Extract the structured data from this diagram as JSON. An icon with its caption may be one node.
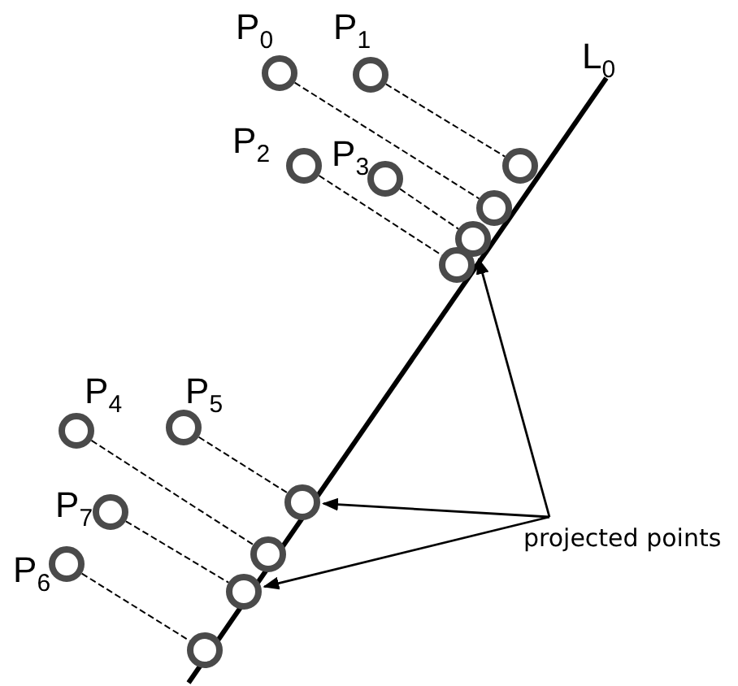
{
  "diagram": {
    "nodes": [
      {
        "text": [
          "P$_{0}$"
        ]
      },
      {
        "text": [
          "P$_{1}$"
        ]
      },
      {
        "text": [
          "P$_{2}$"
        ]
      },
      {
        "text": [
          "P$_{3}$"
        ]
      },
      {
        "text": [
          "P$_{4}$"
        ]
      },
      {
        "text": [
          "P$_{5}$"
        ]
      },
      {
        "text": [
          "P$_{7}$"
        ]
      },
      {
        "text": [
          "P$_{6}$"
        ]
      },
      {
        "text": [],
        "shape": "circle"
      },
      {
        "text": [],
        "shape": "circle"
      },
      {
        "text": [],
        "shape": "circle"
      },
      {
        "text": [],
        "shape": "circle"
      },
      {
        "text": [],
        "shape": "circle"
      },
      {
        "text": [],
        "shape": "circle"
      },
      {
        "text": [],
        "shape": "circle"
      },
      {
        "text": [],
        "shape": "circle"
      },
      {
        "text": [
          "projected points"
        ]
      }
    ],
    "edges": [
      {
        "from": 1,
        "to": 8,
        "arrow": "none",
        "style": "dashed"
      },
      {
        "from": 0,
        "to": 9,
        "arrow": "none",
        "style": "dashed"
      },
      {
        "from": 3,
        "to": 10,
        "arrow": "none",
        "style": "dashed"
      },
      {
        "from": 2,
        "to": 11,
        "arrow": "none",
        "style": "dashed"
      },
      {
        "from": 5,
        "to": 12,
        "arrow": "none",
        "style": "dashed"
      },
      {
        "from": 4,
        "to": 13,
        "arrow": "none",
        "style": "dashed"
      },
      {
        "from": 6,
        "to": 14,
        "arrow": "none",
        "style": "dashed"
      },
      {
        "from": 7,
        "to": 15,
        "arrow": "none",
        "style": "dashed"
      },
      {
        "from": 16,
        "to": 10,
        "arrow": "to"
      },
      {
        "from": 16,
        "to": 12,
        "arrow": "to"
      },
      {
        "from": 16,
        "to": 14,
        "arrow": "to"
      }
    ],
    "labels": [
      "L$_{0}$"
    ]
  }
}
